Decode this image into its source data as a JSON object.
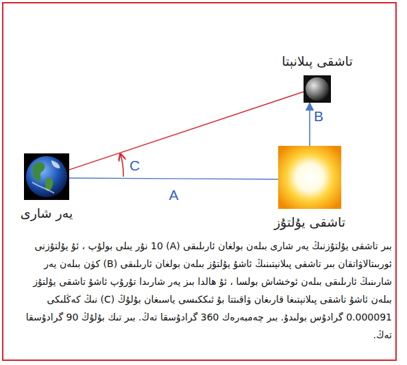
{
  "diagram": {
    "caption": "بىر تاشقى يۇلتۇزنىڭ يەر شارى بىلەن بولغان ئارىلىقى (A) 10 نۇر يىلى بولۇپ ، ئۇ يۇلتۇزنى ئوربىتالاۋاتقان بىر تاشقى پىلانېتىنىڭ ئاشۇ يۇلتۇز بىلەن بولغان ئارىلىقى (B) كۈن بىلەن يەر شارىنىڭ ئارىلىقى بىلەن ئوخشاش بولسا ، ئۇ ھالدا بىز يەر شارىدا تۇرۇپ ئاشۇ تاشقى يۇلتۇز بىلەن ئاشۇ تاشقى پىلانېتىغا قارىغان ۋاقىتتا بۇ ئىككىسى ياسىغان بۇلۇڭ (C) نىڭ كەڭلىكى 0.000091 گرادۇس بولىدۇ. بىر چەمبەرەك 360 گرادۇسقا تەڭ. بىر تىك بۇلۇڭ 90 گرادۇسقا تەڭ.",
    "nodes": [
      {
        "text": [
          "تاشقى پىلانېتا"
        ]
      },
      {
        "text": [
          "يەر شارى"
        ]
      },
      {
        "text": [
          "تاشقى يۇلتۇز"
        ]
      }
    ],
    "edges": [
      {
        "from": 1,
        "to": 2,
        "label": "A",
        "arrow": "none"
      },
      {
        "from": 2,
        "to": 0,
        "label": "B",
        "arrow": "to"
      },
      {
        "from": 1,
        "to": 0,
        "arrow": "none"
      }
    ],
    "labels": [
      "C"
    ]
  }
}
